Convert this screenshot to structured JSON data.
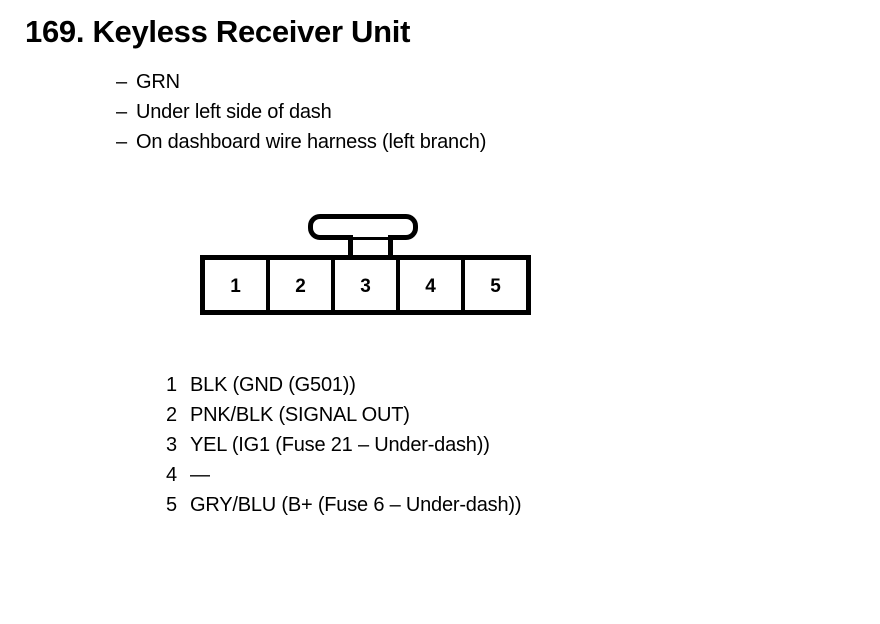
{
  "document": {
    "title_number": "169.",
    "title_text": "Keyless Receiver Unit",
    "title_full": "169. Keyless Receiver Unit",
    "background_color": "#ffffff",
    "ink_color": "#000000"
  },
  "details": {
    "bullet_marker": "–",
    "items": [
      {
        "text": "GRN"
      },
      {
        "text": "Under left side of dash"
      },
      {
        "text": "On dashboard wire harness (left branch)"
      }
    ]
  },
  "connector": {
    "pin_count": 5,
    "has_latch_tab": true,
    "pins": [
      {
        "number": "1"
      },
      {
        "number": "2"
      },
      {
        "number": "3"
      },
      {
        "number": "4"
      },
      {
        "number": "5"
      }
    ]
  },
  "legend": {
    "rows": [
      {
        "number": "1",
        "description": "BLK (GND (G501))"
      },
      {
        "number": "2",
        "description": "PNK/BLK (SIGNAL OUT)"
      },
      {
        "number": "3",
        "description": "YEL (IG1 (Fuse 21 – Under-dash))"
      },
      {
        "number": "4",
        "description": "—"
      },
      {
        "number": "5",
        "description": "GRY/BLU (B+ (Fuse 6 – Under-dash))"
      }
    ]
  }
}
